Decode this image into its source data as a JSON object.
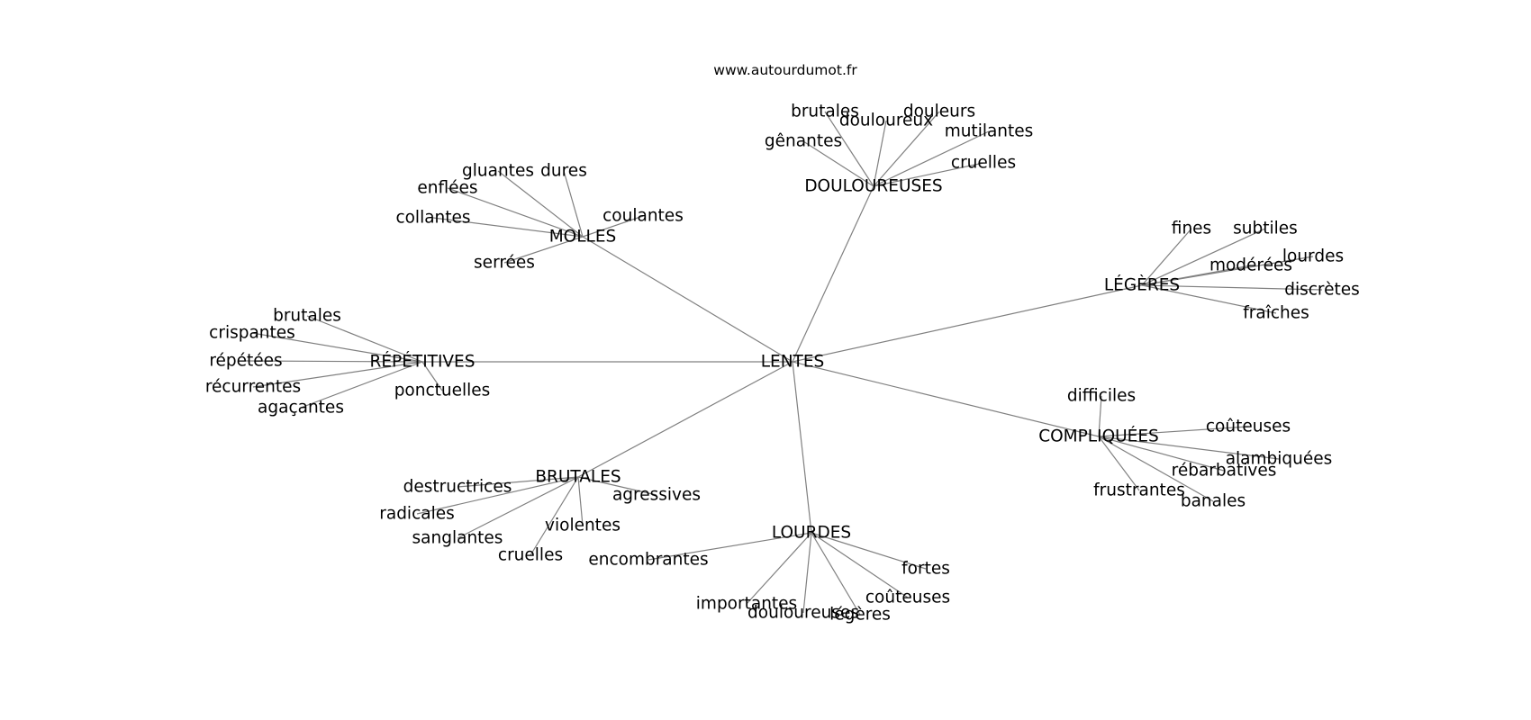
{
  "source_credit": "www.autourdumot.fr",
  "graph": {
    "center": {
      "label": "LENTES"
    },
    "hubs": [
      {
        "key": "douloureuses",
        "label": "DOULOUREUSES",
        "leaves": [
          "brutales",
          "douloureux",
          "douleurs",
          "mutilantes",
          "gênantes",
          "cruelles"
        ]
      },
      {
        "key": "molles",
        "label": "MOLLES",
        "leaves": [
          "gluantes",
          "dures",
          "enflées",
          "collantes",
          "coulantes",
          "serrées"
        ]
      },
      {
        "key": "legeres",
        "label": "LÉGÈRES",
        "leaves": [
          "fines",
          "subtiles",
          "modérées",
          "lourdes",
          "discrètes",
          "fraîches"
        ]
      },
      {
        "key": "repetitives",
        "label": "RÉPÉTITIVES",
        "leaves": [
          "brutales",
          "crispantes",
          "répétées",
          "récurrentes",
          "agaçantes",
          "ponctuelles"
        ]
      },
      {
        "key": "compliquees",
        "label": "COMPLIQUÉES",
        "leaves": [
          "difficiles",
          "coûteuses",
          "alambiquées",
          "rébarbatives",
          "frustrantes",
          "banales"
        ]
      },
      {
        "key": "brutales",
        "label": "BRUTALES",
        "leaves": [
          "destructrices",
          "agressives",
          "radicales",
          "violentes",
          "sanglantes",
          "cruelles"
        ]
      },
      {
        "key": "lourdes",
        "label": "LOURDES",
        "leaves": [
          "encombrantes",
          "fortes",
          "coûteuses",
          "importantes",
          "douloureuses",
          "légères"
        ]
      }
    ]
  }
}
